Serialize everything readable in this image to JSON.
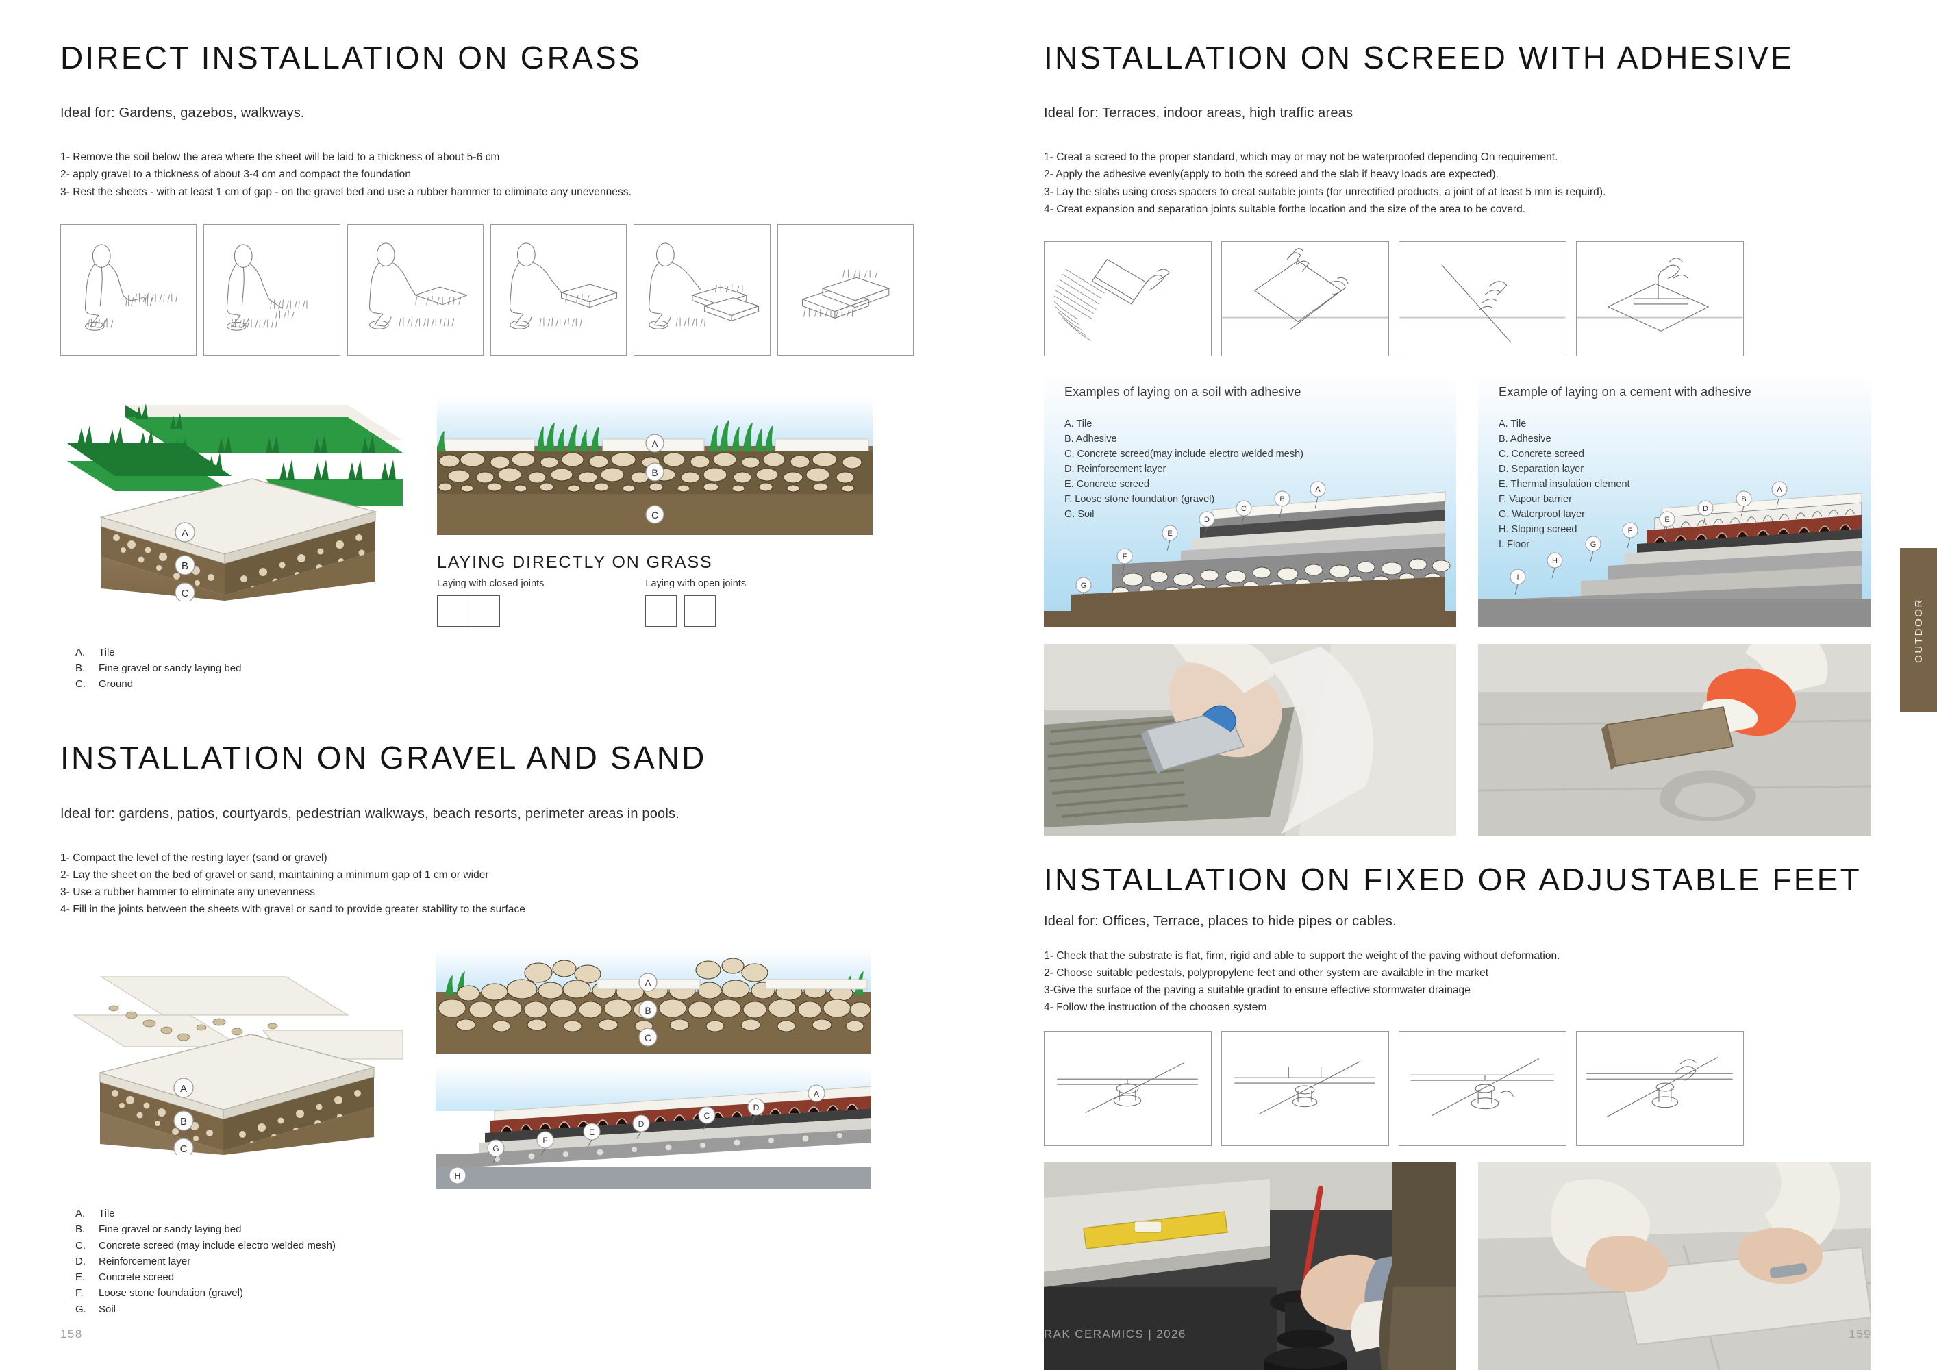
{
  "document": {
    "imprint": "RAK CERAMICS | 2026",
    "page_left": "158",
    "page_right": "159",
    "side_tab": "OUTDOOR",
    "accent_brown": "#766348"
  },
  "sections": {
    "grass": {
      "title": "DIRECT INSTALLATION ON GRASS",
      "ideal": "Ideal for: Gardens, gazebos, walkways.",
      "steps": [
        "1- Remove the soil below the area where the sheet will be laid to a thickness of about 5-6 cm",
        "2- apply gravel to a thickness of about 3-4 cm and compact the foundation",
        "3- Rest the sheets - with at least 1 cm of gap - on the gravel bed and use a rubber hammer to eliminate any unevenness."
      ],
      "panels": [
        "worker-removing-soil",
        "worker-spreading-gravel",
        "worker-compacting-gravel",
        "worker-laying-first-slab",
        "worker-laying-second-slab",
        "finished-slabs-on-grass"
      ],
      "legend": [
        {
          "key": "A.",
          "text": "Tile"
        },
        {
          "key": "B.",
          "text": "Fine gravel or sandy laying bed"
        },
        {
          "key": "C.",
          "text": "Ground"
        }
      ],
      "joints": {
        "title": "LAYING DIRECTLY ON GRASS",
        "closed_label": "Laying with closed joints",
        "open_label": "Laying with open joints"
      }
    },
    "gravel": {
      "title": "INSTALLATION ON GRAVEL AND SAND",
      "ideal": "Ideal for: gardens, patios, courtyards, pedestrian walkways, beach resorts, perimeter areas in pools.",
      "steps": [
        "1- Compact the level of the resting layer (sand or gravel)",
        "2- Lay the sheet on the bed of gravel or sand, maintaining a minimum gap of 1 cm or wider",
        "3- Use a rubber hammer to eliminate any unevenness",
        "4- Fill in the joints between the sheets with gravel or sand to provide greater stability to the surface"
      ],
      "legend": [
        {
          "key": "A.",
          "text": "Tile"
        },
        {
          "key": "B.",
          "text": "Fine gravel or sandy laying bed"
        },
        {
          "key": "C.",
          "text": "Concrete screed (may include electro welded mesh)"
        },
        {
          "key": "D.",
          "text": "Reinforcement layer"
        },
        {
          "key": "E.",
          "text": "Concrete screed"
        },
        {
          "key": "F.",
          "text": "Loose stone foundation (gravel)"
        },
        {
          "key": "G.",
          "text": "Soil"
        }
      ]
    },
    "screed": {
      "title": "INSTALLATION ON SCREED WITH ADHESIVE",
      "ideal": "Ideal for: Terraces, indoor areas, high traffic areas",
      "steps": [
        "1- Creat a screed to the proper standard, which may or may not be waterproofed depending On requirement.",
        "2- Apply the adhesive evenly(apply to both the screed and the slab if heavy loads are expected).",
        "3- Lay the slabs using cross spacers to creat suitable joints (for unrectified products, a joint of at least 5 mm is requird).",
        "4- Creat expansion and separation joints suitable forthe location and the size of the area to be coverd."
      ],
      "panels": [
        "notched-trowel-spreading-adhesive",
        "hands-placing-slab",
        "hand-aligning-joint",
        "float-pressing-slab"
      ],
      "soil_example": {
        "caption": "Examples of laying on a soil with adhesive",
        "legend": [
          "A. Tile",
          "B. Adhesive",
          "C. Concrete screed(may include electro welded mesh)",
          "D. Reinforcement layer",
          "E. Concrete screed",
          "F. Loose stone foundation (gravel)",
          "G. Soil"
        ]
      },
      "cement_example": {
        "caption": "Example of laying on a cement with adhesive",
        "legend": [
          "A. Tile",
          "B. Adhesive",
          "C. Concrete screed",
          "D. Separation layer",
          "E. Thermal insulation element",
          "F. Vapour barrier",
          "G. Waterproof layer",
          "H. Sloping screed",
          "I.  Floor"
        ]
      },
      "photos": [
        "applying-adhesive-with-notched-trowel",
        "worker-floating-adhesive-bed"
      ]
    },
    "feet": {
      "title": "INSTALLATION ON FIXED OR ADJUSTABLE FEET",
      "ideal": "Ideal for: Offices, Terrace, places to hide pipes or cables.",
      "steps": [
        "1- Check that the substrate is flat, firm, rigid and able to support the weight of the paving without deformation.",
        "2- Choose suitable pedestals, polypropylene feet and other system are available in the market",
        "3-Give the surface of the paving a suitable gradint to ensure effective stormwater drainage",
        "4- Follow the instruction of the choosen system"
      ],
      "panels": [
        "pedestal-under-slab-corner",
        "pedestal-with-spacer-tabs",
        "pedestal-height-adjustment",
        "pedestal-installation-detail"
      ],
      "photos": [
        "installer-adjusting-pedestal-with-level",
        "installer-positioning-slab-on-pedestals"
      ]
    }
  }
}
